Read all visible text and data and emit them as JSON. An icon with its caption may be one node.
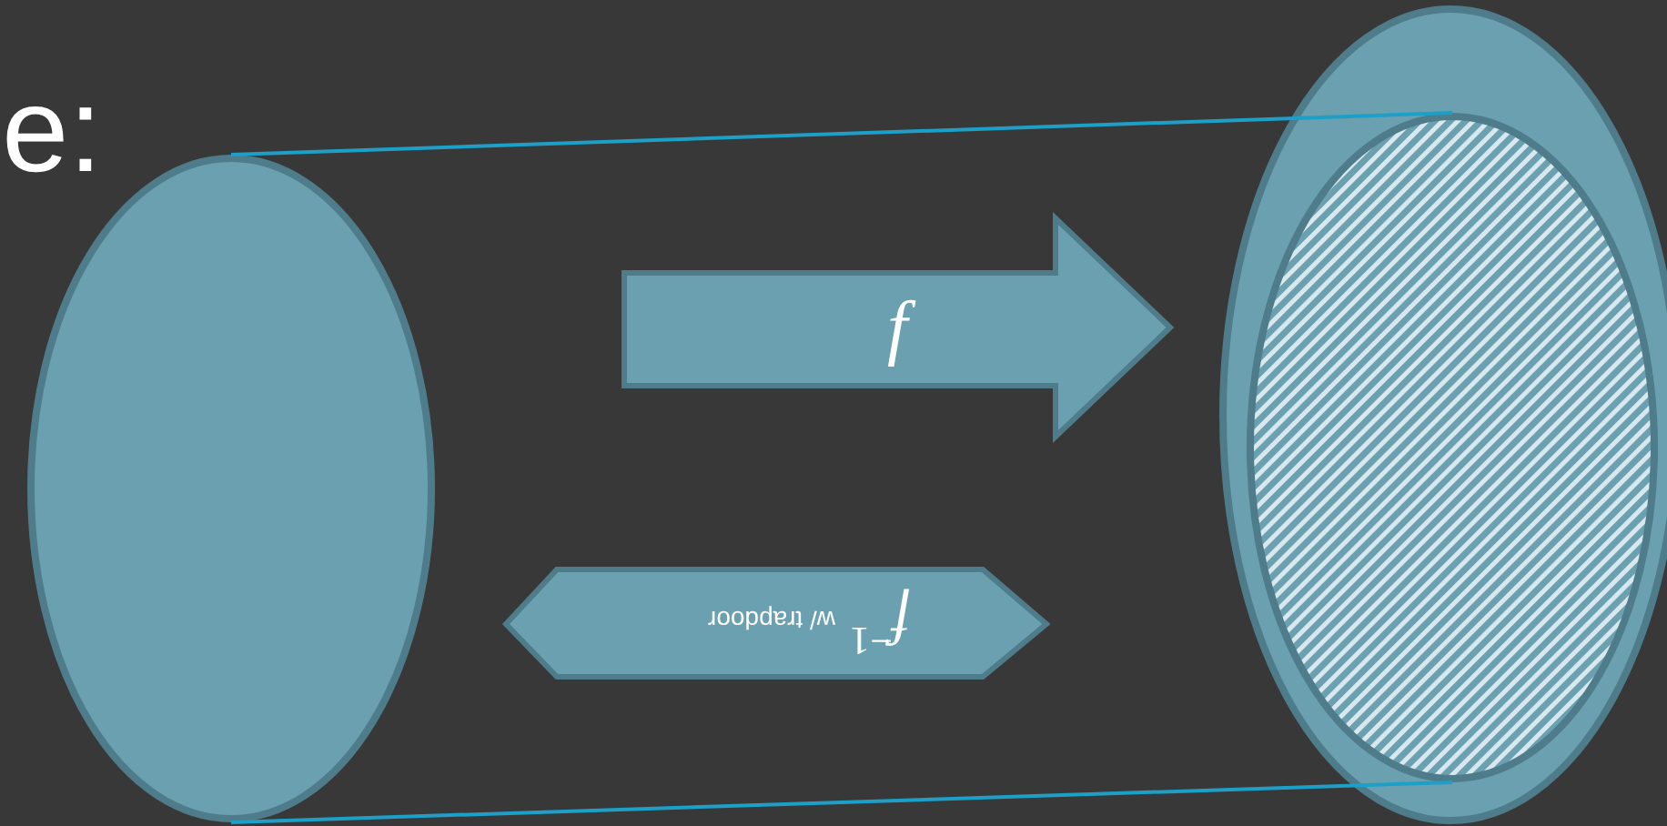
{
  "diagram": {
    "nodes": [
      {
        "text": [],
        "shape": "ellipse"
      },
      {
        "text": [],
        "shape": "ellipse"
      },
      {
        "text": [],
        "shape": "ellipse",
        "in": 1
      },
      {
        "text": [
          "f"
        ]
      },
      {
        "text": [
          "*f*$^{−1}$",
          "w/ trapdoor"
        ]
      }
    ],
    "edges": [
      {
        "from": 0,
        "to": 2,
        "arrow": "none"
      },
      {
        "from": 0,
        "to": 2,
        "arrow": "none"
      }
    ],
    "labels": [
      "e:"
    ]
  }
}
